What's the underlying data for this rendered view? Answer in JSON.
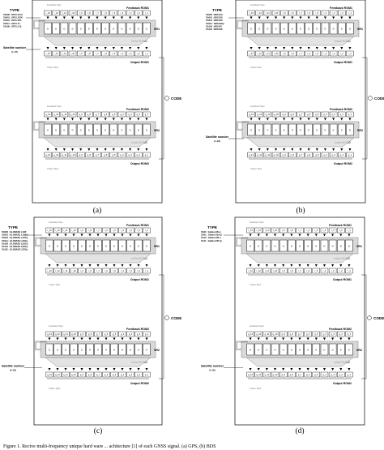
{
  "panels": [
    {
      "id": "a",
      "caption": "(a)",
      "type_title": "TYPE",
      "type_lines": [
        "3'b000 : GPS L1C/A",
        "3'b001 : GPS L2CM",
        "3'b010 : GPS L2CL",
        "3'b011 : GPS L5 I",
        "3'b100 : GPS L5 Q"
      ],
      "sat_title": "Satellite number",
      "sat_range": "(1~37)"
    },
    {
      "id": "b",
      "caption": "(b)",
      "type_title": "TYPE",
      "type_lines": [
        "3'b000 : BDS B1I",
        "3'b001 : BDS B2I",
        "3'b010 : BDS B3I",
        "3'b011 : BDS B2ap",
        "3'b100 : BDS B2",
        "3'b101 : BDS B3I"
      ],
      "sat_title": "Satellite number",
      "sat_range": "(1~63)"
    },
    {
      "id": "c",
      "caption": "(c)",
      "type_title": "TYPE",
      "type_lines": [
        "3'b000 : GLONASS L1OF",
        "3'b001 : GLONASS L1OCd",
        "3'b010 : GLONASS L1OCp",
        "3'b011 : GLONASS L2OCp",
        "3'b100 : GLONASS L3OCd",
        "3'b101 : GLONASS L3OCp",
        "3'b110 : GLONASS L3OCp"
      ],
      "sat_title": "Satellite number",
      "sat_range": "(0~63)"
    },
    {
      "id": "d",
      "caption": "(d)",
      "type_title": "TYPE",
      "type_lines": [
        "3'b00 : Galileo E5a-I",
        "3'b01 : Galileo E5a-Q",
        "3'b10 : Galileo E5b-I",
        "3'b11 : Galileo E5b-Q"
      ],
      "sat_title": "Satellite number",
      "sat_range": "(1~50)"
    }
  ],
  "labels": {
    "feedback_tap1": "Feedback Tap1",
    "feedback_tap2": "Feedback Tap2",
    "feedback_rom1": "Feedback ROM1",
    "feedback_rom2": "Feedback ROM2",
    "initial_rom1": "Initial ROM1",
    "initial_rom2": "Initial ROM2",
    "output_rom1": "Output ROM1",
    "output_rom2": "Output ROM2",
    "output_tap1": "Output Tap1",
    "output_tap2": "Output Tap2",
    "sr1": "SR1",
    "sr2": "SR2",
    "code": "CODE"
  },
  "caption_text": "Figure 1. Recive multi-frequency unique hard ware ... achitecture [1] of each GNSS signal. (a) GPS, (b) BDS"
}
